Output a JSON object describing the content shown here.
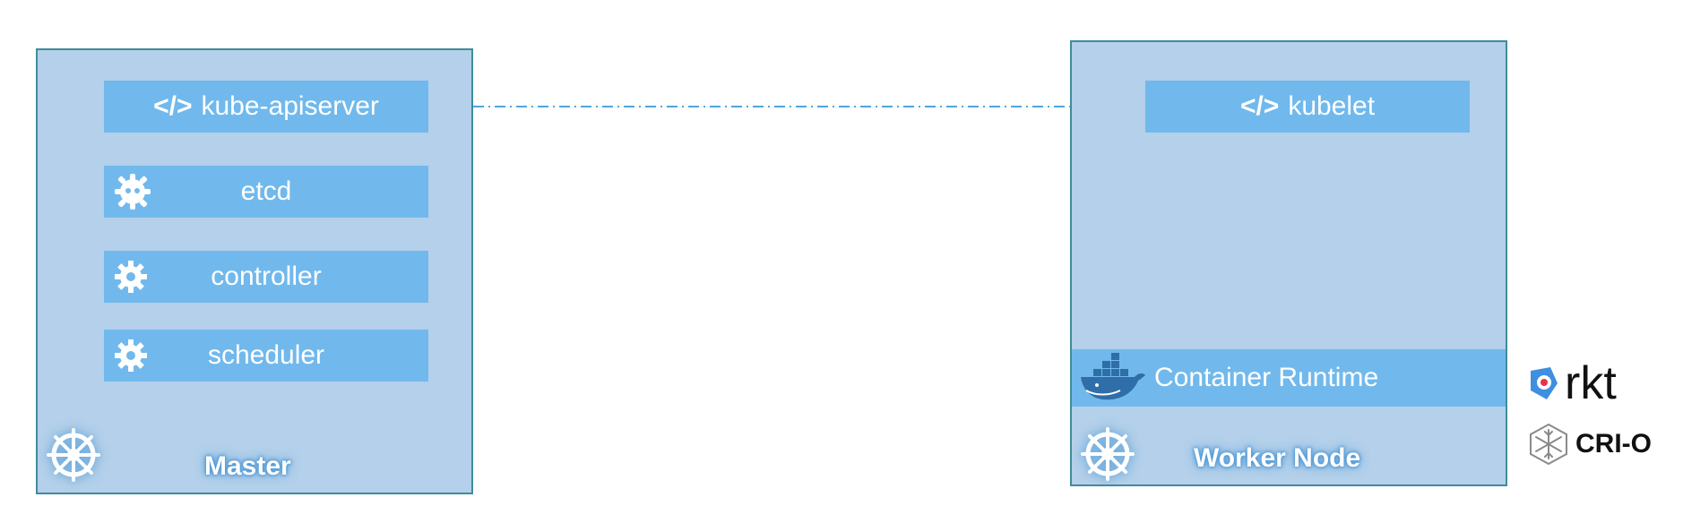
{
  "master": {
    "label": "Master",
    "components": {
      "apiserver": {
        "code_glyph": "</>",
        "label": "kube-apiserver"
      },
      "etcd": {
        "label": "etcd"
      },
      "controller": {
        "label": "controller"
      },
      "scheduler": {
        "label": "scheduler"
      }
    }
  },
  "worker": {
    "label": "Worker Node",
    "kubelet": {
      "code_glyph": "</>",
      "label": "kubelet"
    },
    "container_runtime": {
      "label": "Container Runtime"
    }
  },
  "alternative_runtimes": {
    "rkt": {
      "label": "rkt"
    },
    "crio": {
      "label": "CRI-O"
    }
  },
  "icons": {
    "etcd": "etcd-logo-icon",
    "controller": "gear-icon",
    "scheduler": "gear-icon",
    "cluster": "kubernetes-helm-icon",
    "runtime": "docker-whale-icon",
    "rkt": "rkt-logo-icon",
    "crio": "crio-logo-icon"
  },
  "colors": {
    "node_fill": "#b4d0ea",
    "node_border": "#3f8c9a",
    "component_fill": "#71b9ec",
    "label_glow": "#4f9ad6",
    "connector": "#4fa6dc"
  }
}
